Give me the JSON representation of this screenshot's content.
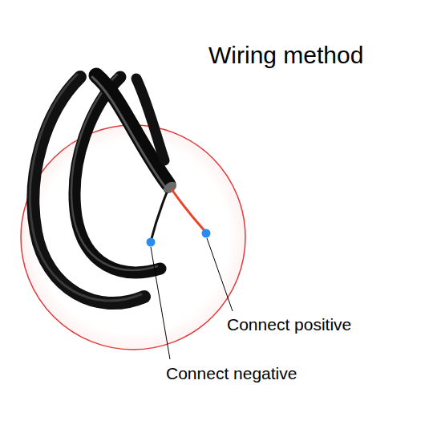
{
  "diagram": {
    "title": "Wiring method",
    "labels": [
      "Connect positive",
      "Connect negative"
    ]
  }
}
